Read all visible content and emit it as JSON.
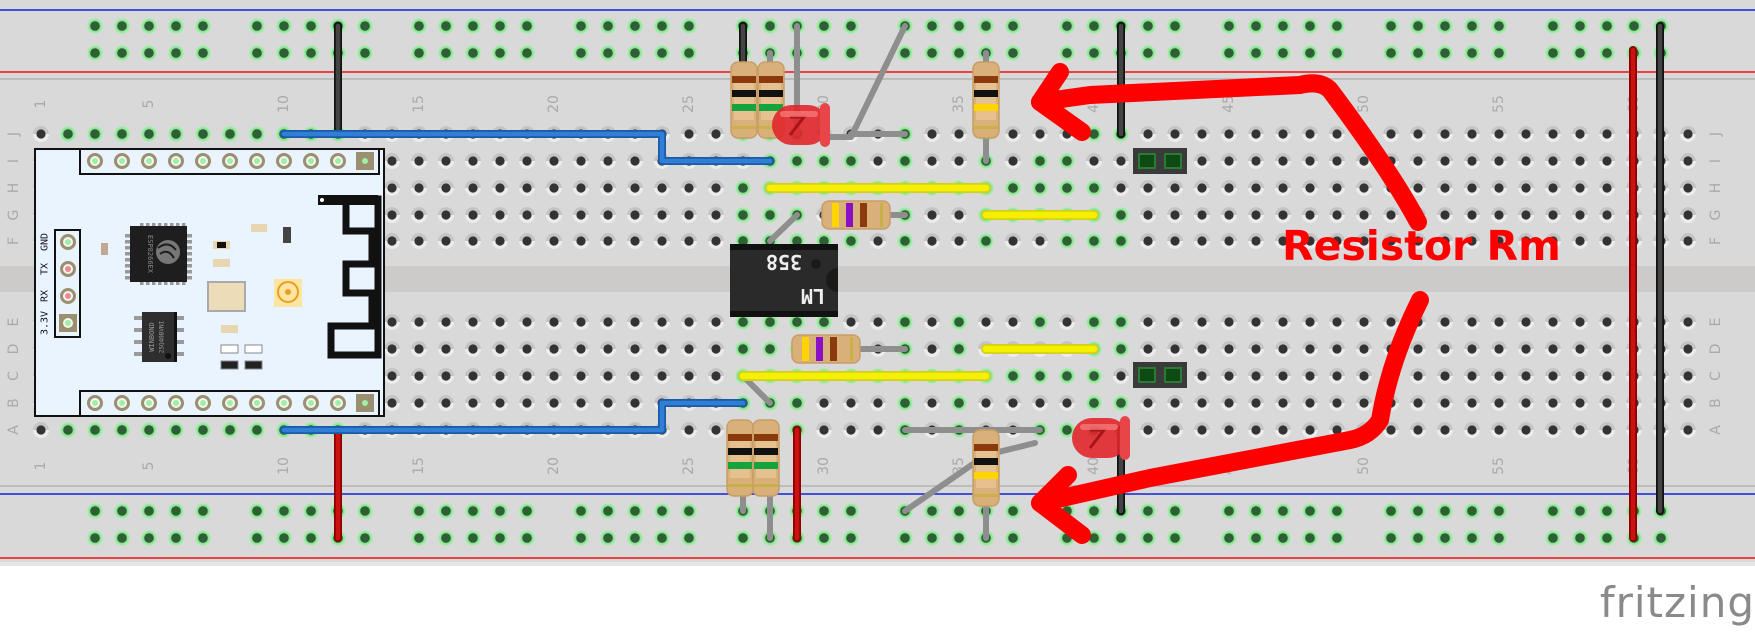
{
  "app": {
    "watermark": "fritzing"
  },
  "breadboard": {
    "columns": 62,
    "column_labels": [
      "1",
      "5",
      "10",
      "15",
      "20",
      "25",
      "30",
      "35",
      "40",
      "45",
      "50",
      "55",
      "60"
    ],
    "row_labels_top": [
      "J",
      "I",
      "H",
      "G",
      "F"
    ],
    "row_labels_bottom": [
      "E",
      "D",
      "C",
      "B",
      "A"
    ],
    "rail_line_colors": {
      "positive": "#ee1111",
      "negative": "#1122dd"
    }
  },
  "components": {
    "esp_module": {
      "pin_labels": [
        "GND",
        "TX",
        "RX",
        "3.3V"
      ],
      "chip_label": "ESP8266EX",
      "flash_label_1": "WINBOND",
      "flash_label_2": "25Q40BVNI"
    },
    "op_amp": {
      "label_1": "LM",
      "label_2": "358"
    },
    "annotation": {
      "text": "Resistor Rm",
      "color": "#ff0000"
    }
  },
  "legend": {
    "wire_colors": {
      "blue": "#2f7fd4",
      "yellow": "#f4f000",
      "red": "#cc1111",
      "black": "#333333",
      "gray": "#8e8e8e"
    },
    "resistor_bands": {
      "top_left_pair": [
        "brown",
        "black",
        "green"
      ],
      "top_right_rm": [
        "brown",
        "black",
        "yellow"
      ],
      "mid_purple_upper": [
        "yellow",
        "violet",
        "brown"
      ],
      "mid_purple_lower": [
        "yellow",
        "violet",
        "brown"
      ],
      "bottom_left_pair": [
        "brown",
        "black",
        "green"
      ],
      "bottom_right_rm": [
        "brown",
        "black",
        "yellow"
      ]
    }
  }
}
